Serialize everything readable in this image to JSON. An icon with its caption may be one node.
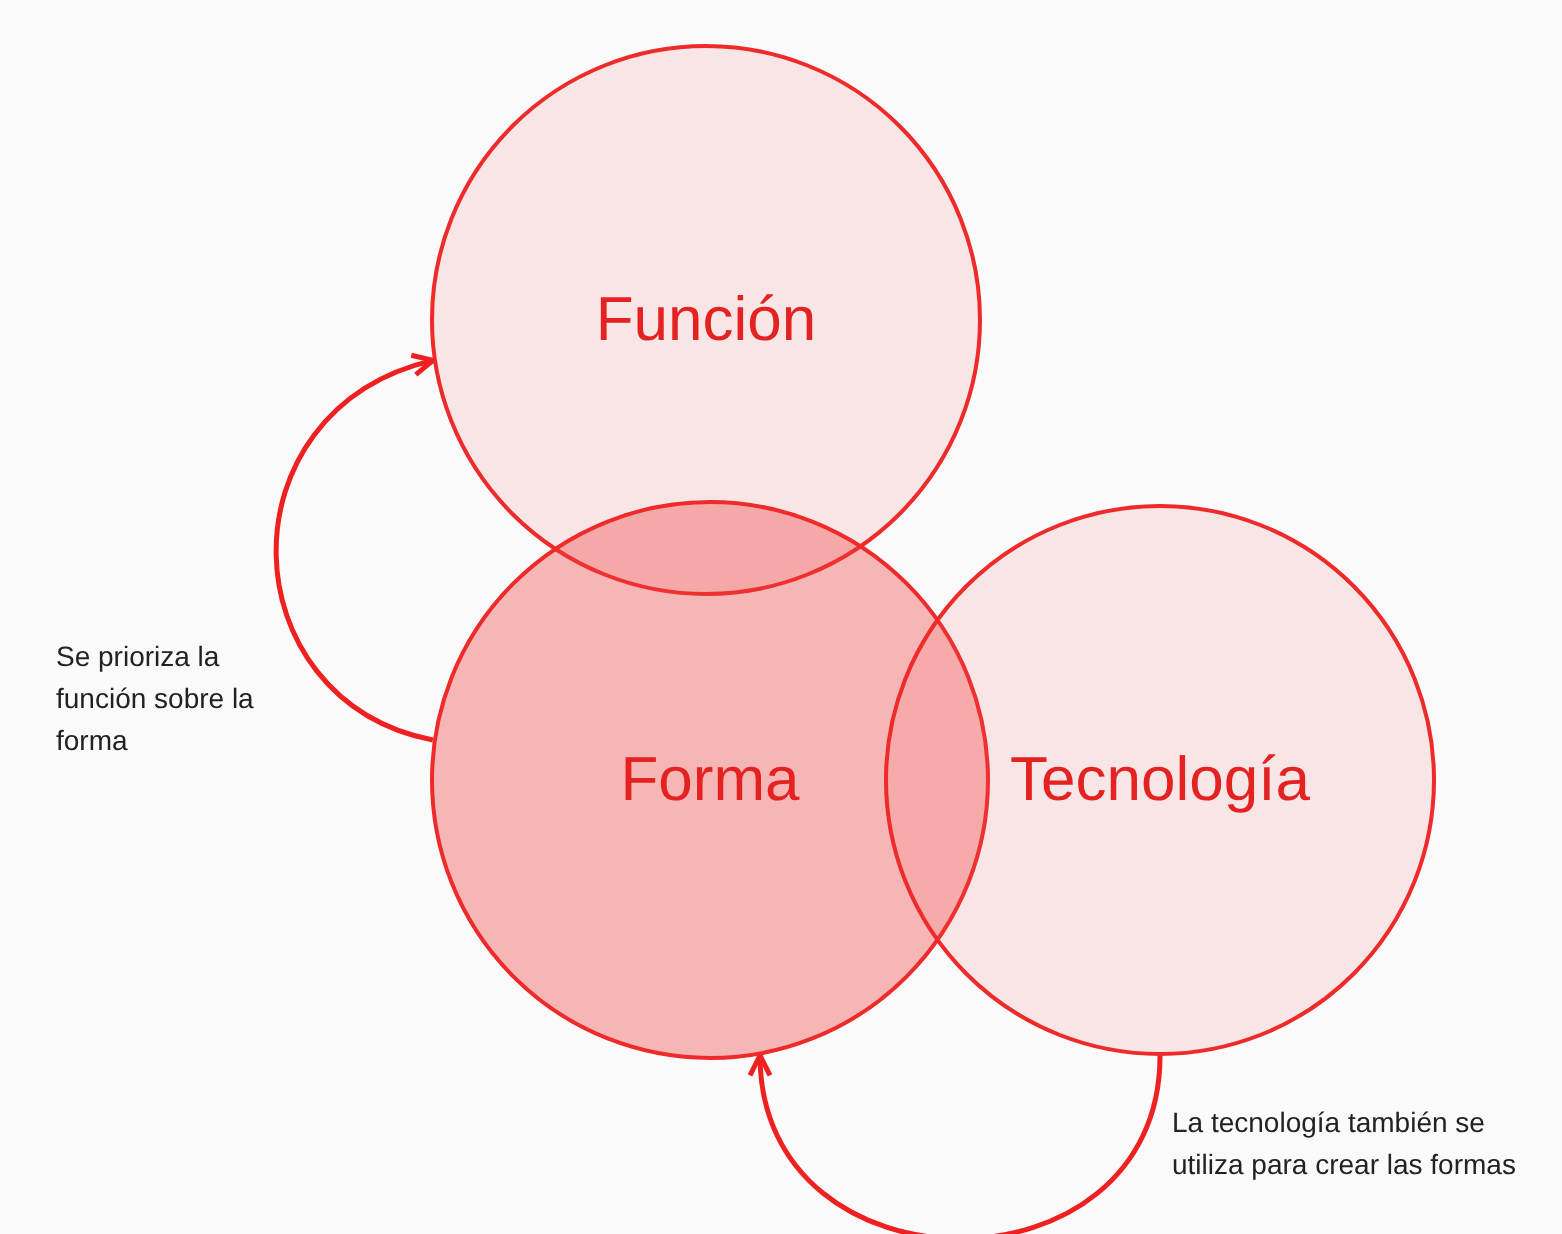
{
  "diagram": {
    "nodes": [
      {
        "text": [
          "Función"
        ]
      },
      {
        "text": [
          "Forma"
        ]
      },
      {
        "text": [
          "Tecnología"
        ]
      }
    ],
    "edges": [
      {
        "from": 1,
        "to": 0,
        "arrow": "to",
        "label": "Se prioriza la función sobre la forma"
      },
      {
        "from": 2,
        "to": 1,
        "arrow": "to",
        "label": "La tecnología también se utiliza para crear las formas"
      }
    ]
  }
}
